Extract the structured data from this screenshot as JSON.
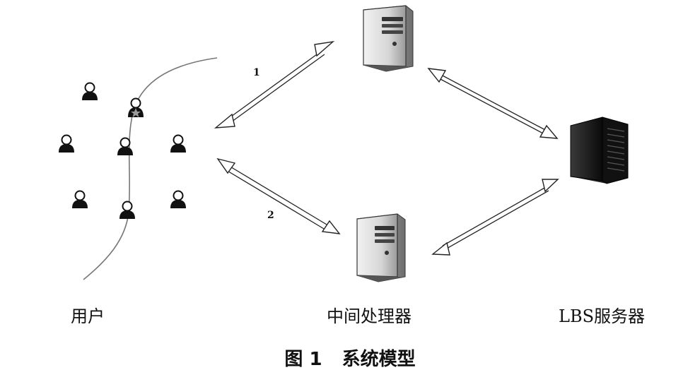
{
  "nodes": {
    "users_label": "用户",
    "middle_label": "中间处理器",
    "lbs_label": "LBS服务器"
  },
  "arrows": {
    "arrow1_label": "1",
    "arrow2_label": "2"
  },
  "caption": {
    "figure_number": "图 1",
    "title": "系统模型"
  }
}
